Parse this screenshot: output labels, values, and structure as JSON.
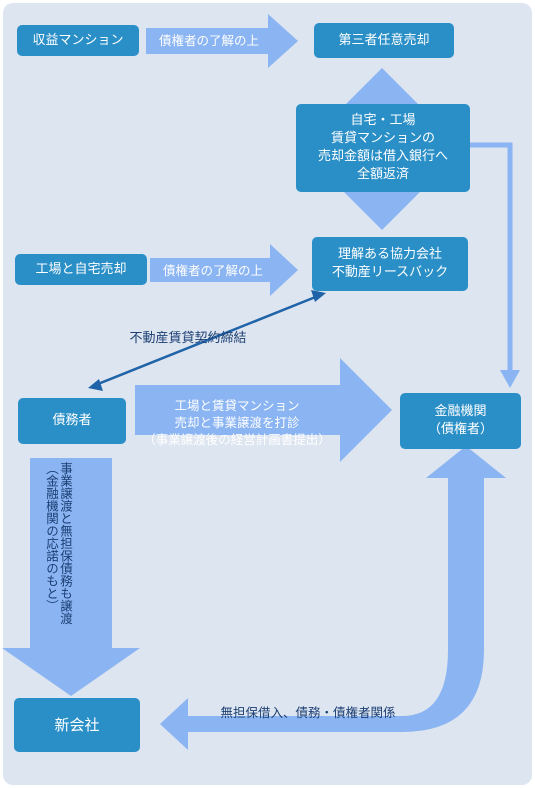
{
  "nodes": {
    "income_mansion": "収益マンション",
    "third_party_sale": "第三者任意売却",
    "home_factory": "自宅・工場\n賃貸マンションの\n売却金額は借入銀行へ\n全額返済",
    "factory_home_sale": "工場と自宅売却",
    "lease_back": "理解ある協力会社\n不動産リースバック",
    "debtor": "債務者",
    "bank": "金融機関\n（債権者）",
    "new_company": "新会社"
  },
  "labels": {
    "creditor_consent_1": "債権者の了解の上",
    "creditor_consent_2": "債権者の了解の上",
    "lease_contract": "不動産賃貸契約締結",
    "transfer_proposal": "工場と賃貸マンション\n売却と事業譲渡を打診\n（事業譲渡後の経営計画書提出）",
    "business_transfer": "事業譲渡と無担保債務も譲渡\n（金融機関の応諾のもと）",
    "unsecured_loans": "無担保借入、債務・債権者関係"
  },
  "colors": {
    "panel": "#dde5f0",
    "box": "#2a8fc7",
    "arrow": "#8ab4f2",
    "dark_text": "#1c3f73"
  }
}
